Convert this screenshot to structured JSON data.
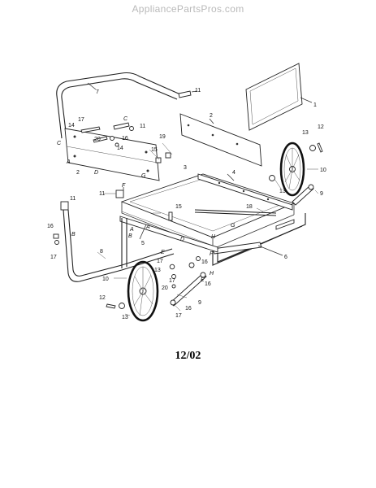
{
  "watermark": "AppliancePartsPros.com",
  "date_code": "12/02",
  "callouts": [
    {
      "id": "c1",
      "text": "1"
    },
    {
      "id": "c2a",
      "text": "2"
    },
    {
      "id": "c2b",
      "text": "2"
    },
    {
      "id": "c3",
      "text": "3"
    },
    {
      "id": "c4",
      "text": "4"
    },
    {
      "id": "c5",
      "text": "5"
    },
    {
      "id": "c6",
      "text": "6"
    },
    {
      "id": "c7",
      "text": "7"
    },
    {
      "id": "c8",
      "text": "8"
    },
    {
      "id": "c9a",
      "text": "9"
    },
    {
      "id": "c9b",
      "text": "9"
    },
    {
      "id": "c10a",
      "text": "10"
    },
    {
      "id": "c10b",
      "text": "10"
    },
    {
      "id": "c11a",
      "text": "11"
    },
    {
      "id": "c11b",
      "text": "11"
    },
    {
      "id": "c11c",
      "text": "11"
    },
    {
      "id": "c11d",
      "text": "11"
    },
    {
      "id": "c12a",
      "text": "12"
    },
    {
      "id": "c12b",
      "text": "12"
    },
    {
      "id": "c13a",
      "text": "13"
    },
    {
      "id": "c13b",
      "text": "13"
    },
    {
      "id": "c13c",
      "text": "13"
    },
    {
      "id": "c13d",
      "text": "13"
    },
    {
      "id": "c14a",
      "text": "14"
    },
    {
      "id": "c14b",
      "text": "14"
    },
    {
      "id": "c15a",
      "text": "15"
    },
    {
      "id": "c15b",
      "text": "15"
    },
    {
      "id": "c16a",
      "text": "16"
    },
    {
      "id": "c16b",
      "text": "16"
    },
    {
      "id": "c16c",
      "text": "16"
    },
    {
      "id": "c16d",
      "text": "16"
    },
    {
      "id": "c16e",
      "text": "16"
    },
    {
      "id": "c17a",
      "text": "17"
    },
    {
      "id": "c17b",
      "text": "17"
    },
    {
      "id": "c17c",
      "text": "17"
    },
    {
      "id": "c17d",
      "text": "17"
    },
    {
      "id": "c17e",
      "text": "17"
    },
    {
      "id": "c18",
      "text": "18"
    },
    {
      "id": "c19",
      "text": "19"
    },
    {
      "id": "c20a",
      "text": "20"
    },
    {
      "id": "c20b",
      "text": "20"
    }
  ],
  "refs": [
    {
      "id": "rA1",
      "text": "A"
    },
    {
      "id": "rA2",
      "text": "A"
    },
    {
      "id": "rA3",
      "text": "A"
    },
    {
      "id": "rB1",
      "text": "B"
    },
    {
      "id": "rB2",
      "text": "B"
    },
    {
      "id": "rC1",
      "text": "C"
    },
    {
      "id": "rC2",
      "text": "C"
    },
    {
      "id": "rD1",
      "text": "D"
    },
    {
      "id": "rD2",
      "text": "D"
    },
    {
      "id": "rE1",
      "text": "E"
    },
    {
      "id": "rE2",
      "text": "E"
    },
    {
      "id": "rF1",
      "text": "F"
    },
    {
      "id": "rF2",
      "text": "F"
    },
    {
      "id": "rG1",
      "text": "G"
    },
    {
      "id": "rG2",
      "text": "G"
    },
    {
      "id": "rH1",
      "text": "H"
    },
    {
      "id": "rH2",
      "text": "H"
    }
  ]
}
